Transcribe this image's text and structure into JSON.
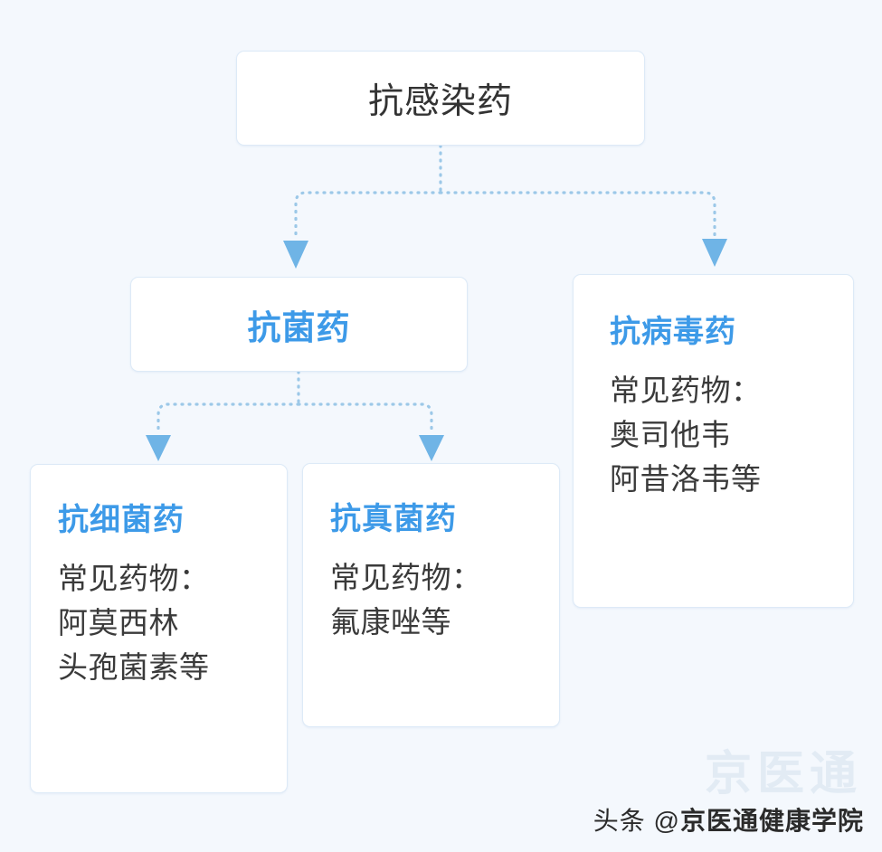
{
  "diagram": {
    "type": "tree-flowchart",
    "title_text": "抗感染药",
    "colors": {
      "background": "#f4f8fd",
      "node_fill": "#ffffff",
      "node_border": "#ddeaf7",
      "accent_blue": "#3d9ae8",
      "connector_blue": "#7fbbe8",
      "body_text": "#3a3a3a",
      "root_text": "#333333",
      "watermark_faint": "#e2ebf4"
    },
    "nodes": {
      "root": {
        "label": "抗感染药"
      },
      "antimicrobial": {
        "label": "抗菌药"
      },
      "antiviral": {
        "label": "抗病毒药",
        "lines": [
          "常见药物：",
          "奥司他韦",
          "阿昔洛韦等"
        ]
      },
      "antibacterial": {
        "label": "抗细菌药",
        "lines": [
          "常见药物：",
          "阿莫西林",
          "头孢菌素等"
        ]
      },
      "antifungal": {
        "label": "抗真菌药",
        "lines": [
          "常见药物：",
          "氟康唑等"
        ]
      }
    },
    "edges": [
      {
        "from": "root",
        "to": "antimicrobial"
      },
      {
        "from": "root",
        "to": "antiviral"
      },
      {
        "from": "antimicrobial",
        "to": "antibacterial"
      },
      {
        "from": "antimicrobial",
        "to": "antifungal"
      }
    ]
  },
  "watermark": {
    "logo_text": "京医通",
    "credit_prefix": "头条 @",
    "credit_brand": "京医通健康学院"
  }
}
